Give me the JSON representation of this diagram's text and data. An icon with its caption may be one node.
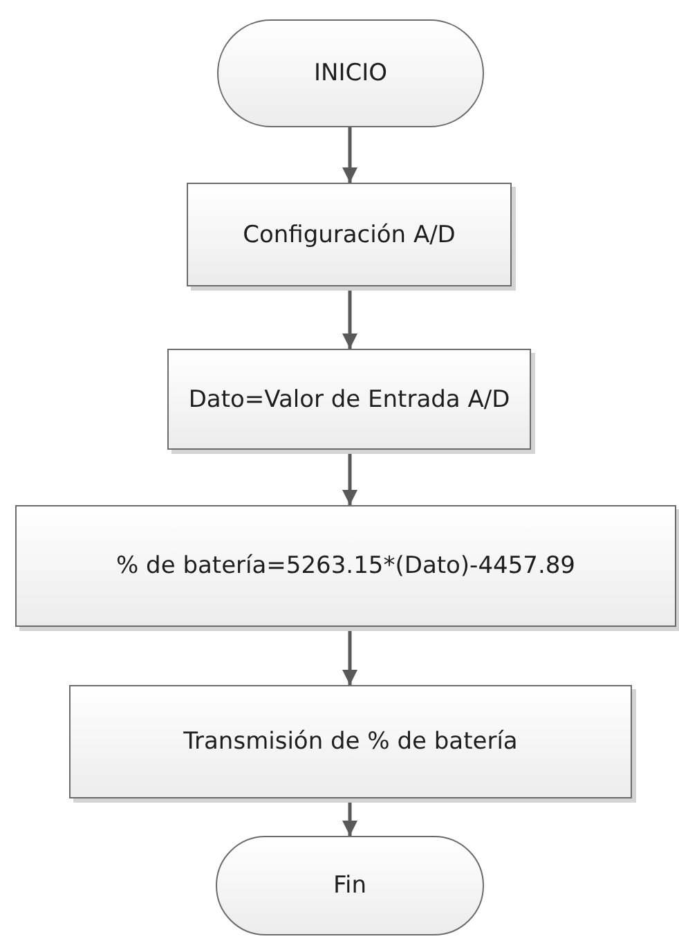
{
  "diagram": {
    "nodes": [
      {
        "text": [
          "INICIO"
        ]
      },
      {
        "text": [
          "Configuración A/D"
        ]
      },
      {
        "text": [
          "Dato=Valor de Entrada A/D"
        ]
      },
      {
        "text": [
          "% de batería=5263.15*(Dato)-4457.89"
        ]
      },
      {
        "text": [
          "Transmisión de % de batería"
        ]
      },
      {
        "text": [
          "Fin"
        ]
      }
    ],
    "edges": [
      {
        "from": 0,
        "to": 1,
        "arrow": "to"
      },
      {
        "from": 1,
        "to": 2,
        "arrow": "to"
      },
      {
        "from": 2,
        "to": 3,
        "arrow": "to"
      },
      {
        "from": 3,
        "to": 4,
        "arrow": "to"
      },
      {
        "from": 4,
        "to": 5,
        "arrow": "to"
      }
    ]
  }
}
